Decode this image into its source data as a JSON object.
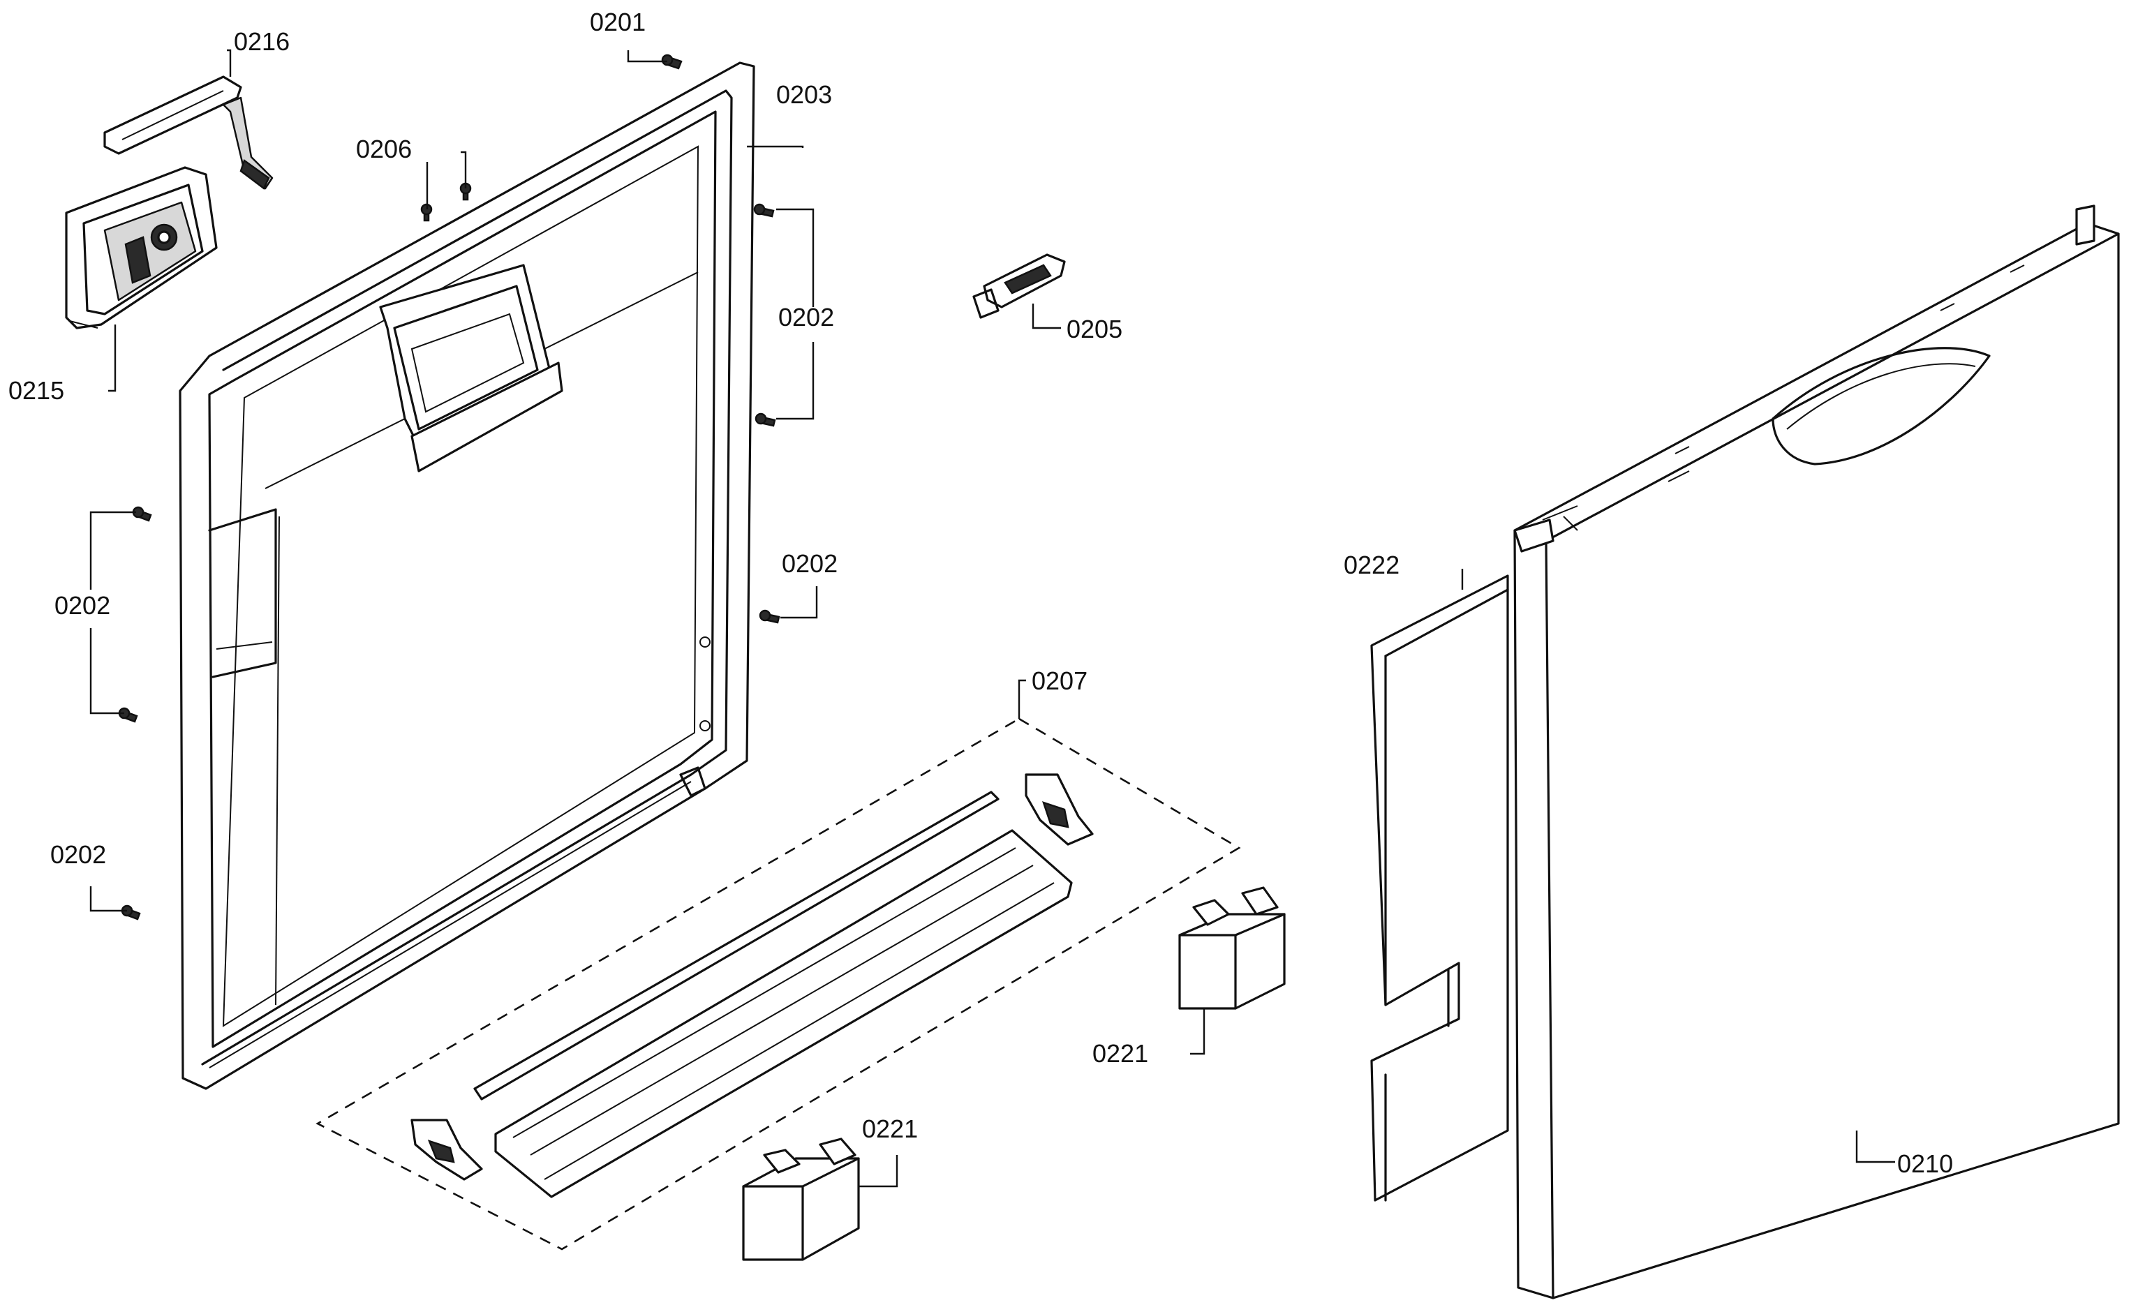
{
  "callouts": {
    "c0201": "0201",
    "c0202": "0202",
    "c0203": "0203",
    "c0205": "0205",
    "c0206": "0206",
    "c0207": "0207",
    "c0210": "0210",
    "c0215": "0215",
    "c0216": "0216",
    "c0221": "0221",
    "c0222": "0222"
  }
}
